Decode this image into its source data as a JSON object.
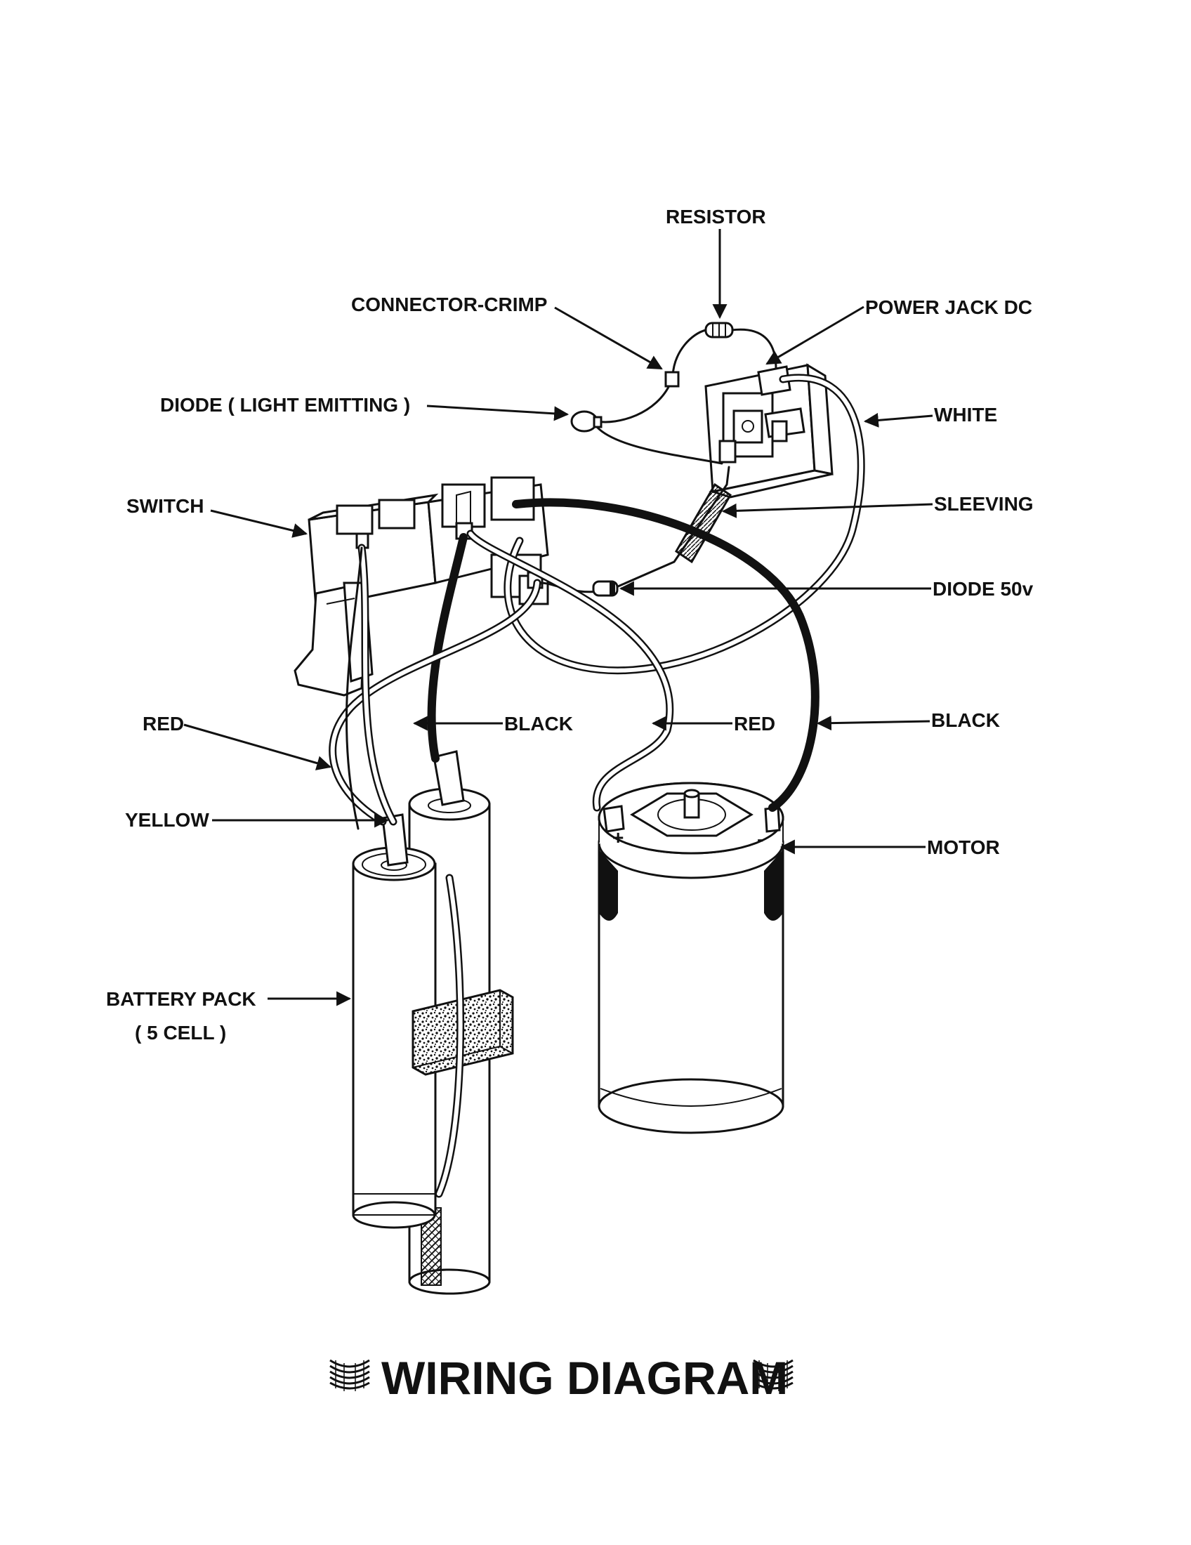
{
  "labels": {
    "resistor": "RESISTOR",
    "connector_crimp": "CONNECTOR-CRIMP",
    "power_jack": "POWER JACK DC",
    "diode_led": "DIODE ( LIGHT EMITTING )",
    "white": "WHITE",
    "switch": "SWITCH",
    "sleeving": "SLEEVING",
    "diode_50v": "DIODE 50v",
    "red_left": "RED",
    "black_mid": "BLACK",
    "red_mid": "RED",
    "black_right": "BLACK",
    "yellow": "YELLOW",
    "motor": "MOTOR",
    "battery_pack_line1": "BATTERY PACK",
    "battery_pack_line2": "( 5 CELL )",
    "motor_plus": "+",
    "motor_minus": "-"
  },
  "title": "WIRING DIAGRAM"
}
